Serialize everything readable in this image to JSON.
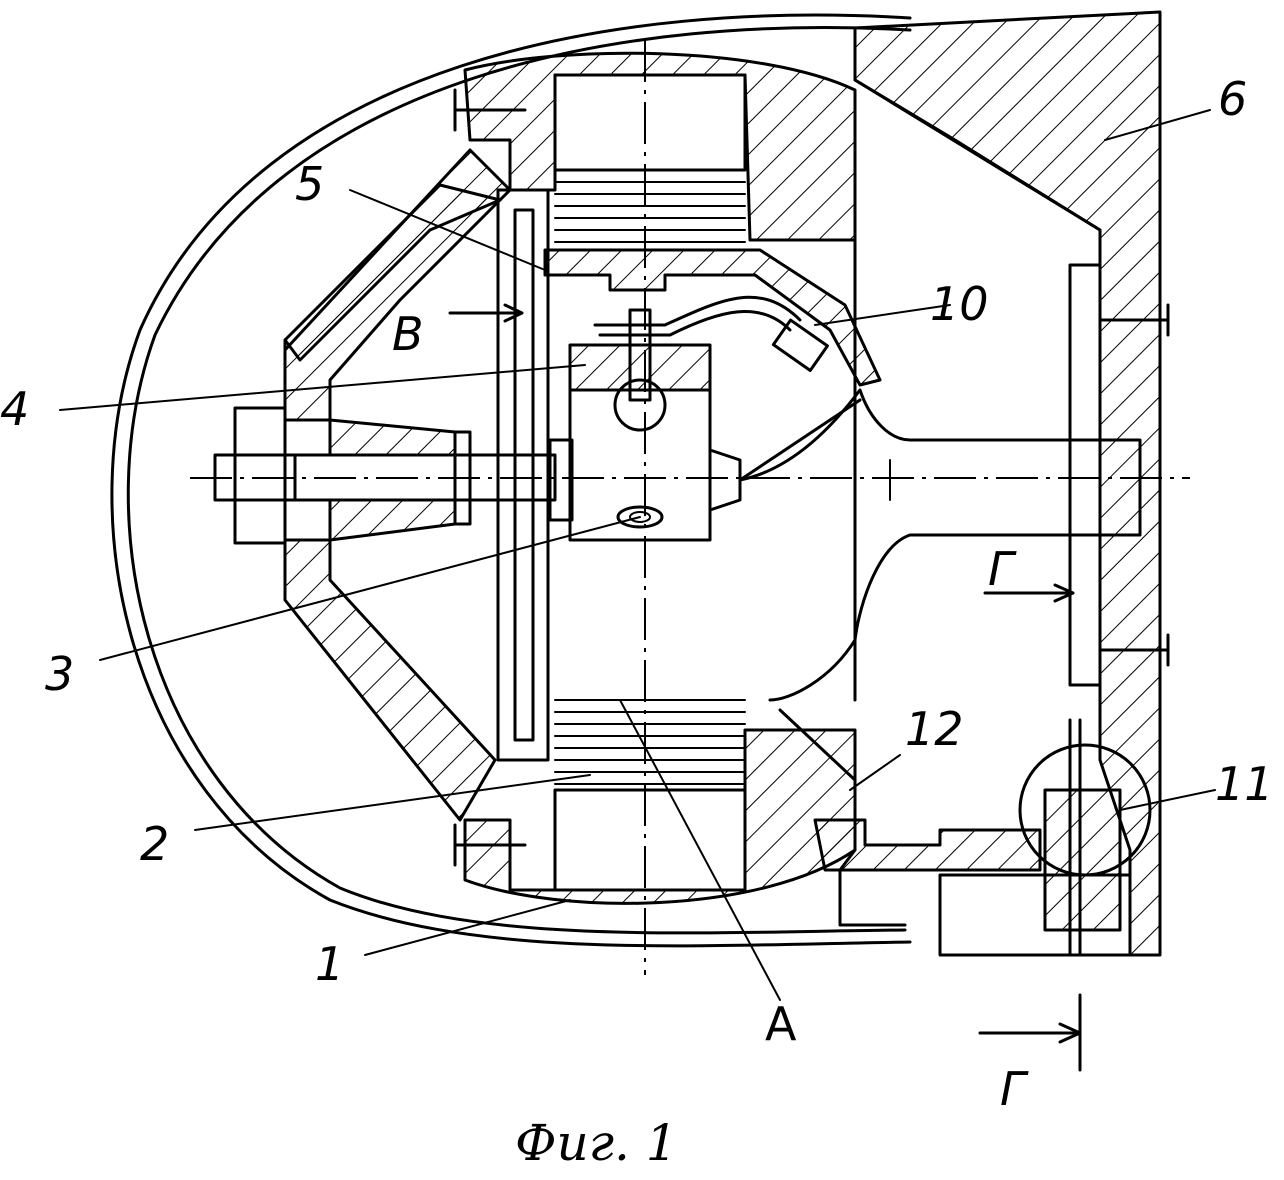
{
  "figure": {
    "caption": "Фиг. 1",
    "section_letter": "Г",
    "labels": {
      "n1": "1",
      "n2": "2",
      "n3": "3",
      "n4": "4",
      "n5": "5",
      "n6": "6",
      "n10": "10",
      "n11": "11",
      "n12": "12",
      "A": "A",
      "B": "В",
      "G1": "Г",
      "G2": "Г"
    }
  },
  "colors": {
    "ink": "#000000",
    "paper": "#ffffff"
  }
}
